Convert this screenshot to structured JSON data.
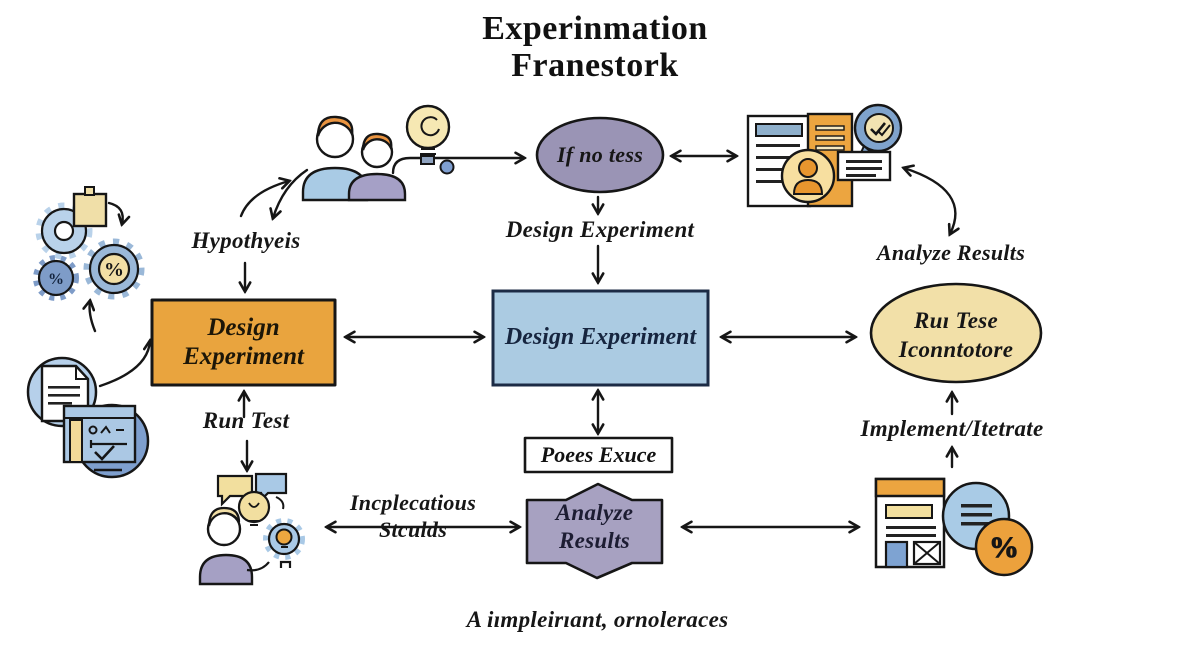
{
  "palette": {
    "background": "#ffffff",
    "ink": "#161616",
    "orange_box": "#e9a43e",
    "blue_box": "#abcbe2",
    "purple_node": "#9a94b5",
    "hex_node": "#a7a1c1",
    "cream_node": "#f2e0a8",
    "accent_orange": "#eca540",
    "accent_blue": "#7fa3cc",
    "accent_lightblue": "#a9cbe6",
    "accent_cream": "#f2df9e",
    "accent_purple": "#a5a0c4"
  },
  "title": {
    "line1": "Experinmation",
    "line2": "Franestork"
  },
  "nodes": {
    "if_no_tess": "If no tess",
    "design_experiment_center": "Design Experiment",
    "design_left_line1": "Design",
    "design_left_line2": "Experiment",
    "run_tese_line1": "Ruı Tese",
    "run_tese_line2": "Iconntotore",
    "poees_exuce": "Poees Exuce",
    "analyze_hex_line1": "Analyze",
    "analyze_hex_line2": "Results"
  },
  "labels": {
    "hypothyeis": "Hypothyeis",
    "design_experiment": "Design Experiment",
    "analyze_results": "Analyze Results",
    "run_test": "Run Test",
    "implement_itetrate": "Implement/Itetrate",
    "incplecatious_line1": "Incplecatious",
    "incplecatious_line2": "Stculds",
    "caption": "A iımpleirıant, ornoleraces"
  },
  "icon_glyphs": {
    "percent": "%"
  }
}
